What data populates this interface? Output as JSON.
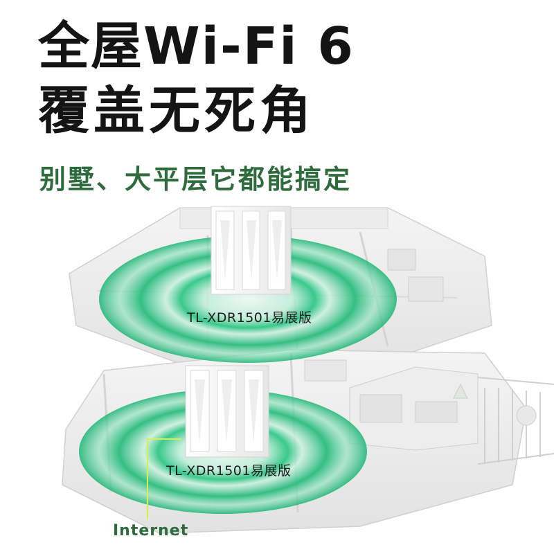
{
  "headline": {
    "line1": "全屋Wi-Fi 6",
    "line2": "覆盖无死角"
  },
  "subheadline": "别墅、大平层它都能搞定",
  "routers": [
    {
      "label": "TL-XDR1501易展版"
    },
    {
      "label": "TL-XDR1501易展版"
    }
  ],
  "internet": {
    "label": "Internet"
  },
  "colors": {
    "headline": "#141414",
    "accent_green": "#2e6b3d",
    "signal_green": "#10c27a",
    "internet_line": "#d9f04a"
  },
  "icons": [
    "router-icon",
    "house-floorplan-illustration",
    "wifi-coverage-rings"
  ]
}
